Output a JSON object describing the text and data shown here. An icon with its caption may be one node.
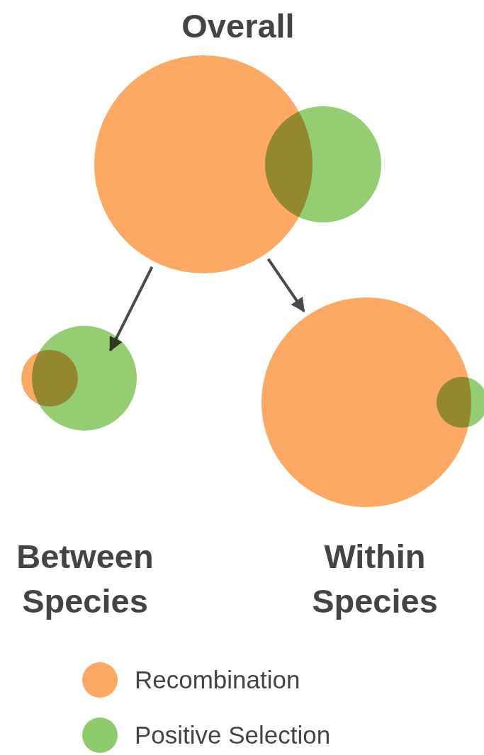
{
  "diagram": {
    "nodes": [
      {
        "text": [
          "Overall"
        ]
      },
      {
        "text": [
          "Between Species"
        ]
      },
      {
        "text": [
          "Within Species"
        ]
      }
    ],
    "edges": [
      {
        "from": 0,
        "to": 1,
        "arrow": "to"
      },
      {
        "from": 0,
        "to": 2,
        "arrow": "to"
      }
    ],
    "legend": [
      {
        "text": "Recombination",
        "color": "#fda964"
      },
      {
        "text": "Positive Selection",
        "color": "#8ecb6a"
      }
    ]
  }
}
